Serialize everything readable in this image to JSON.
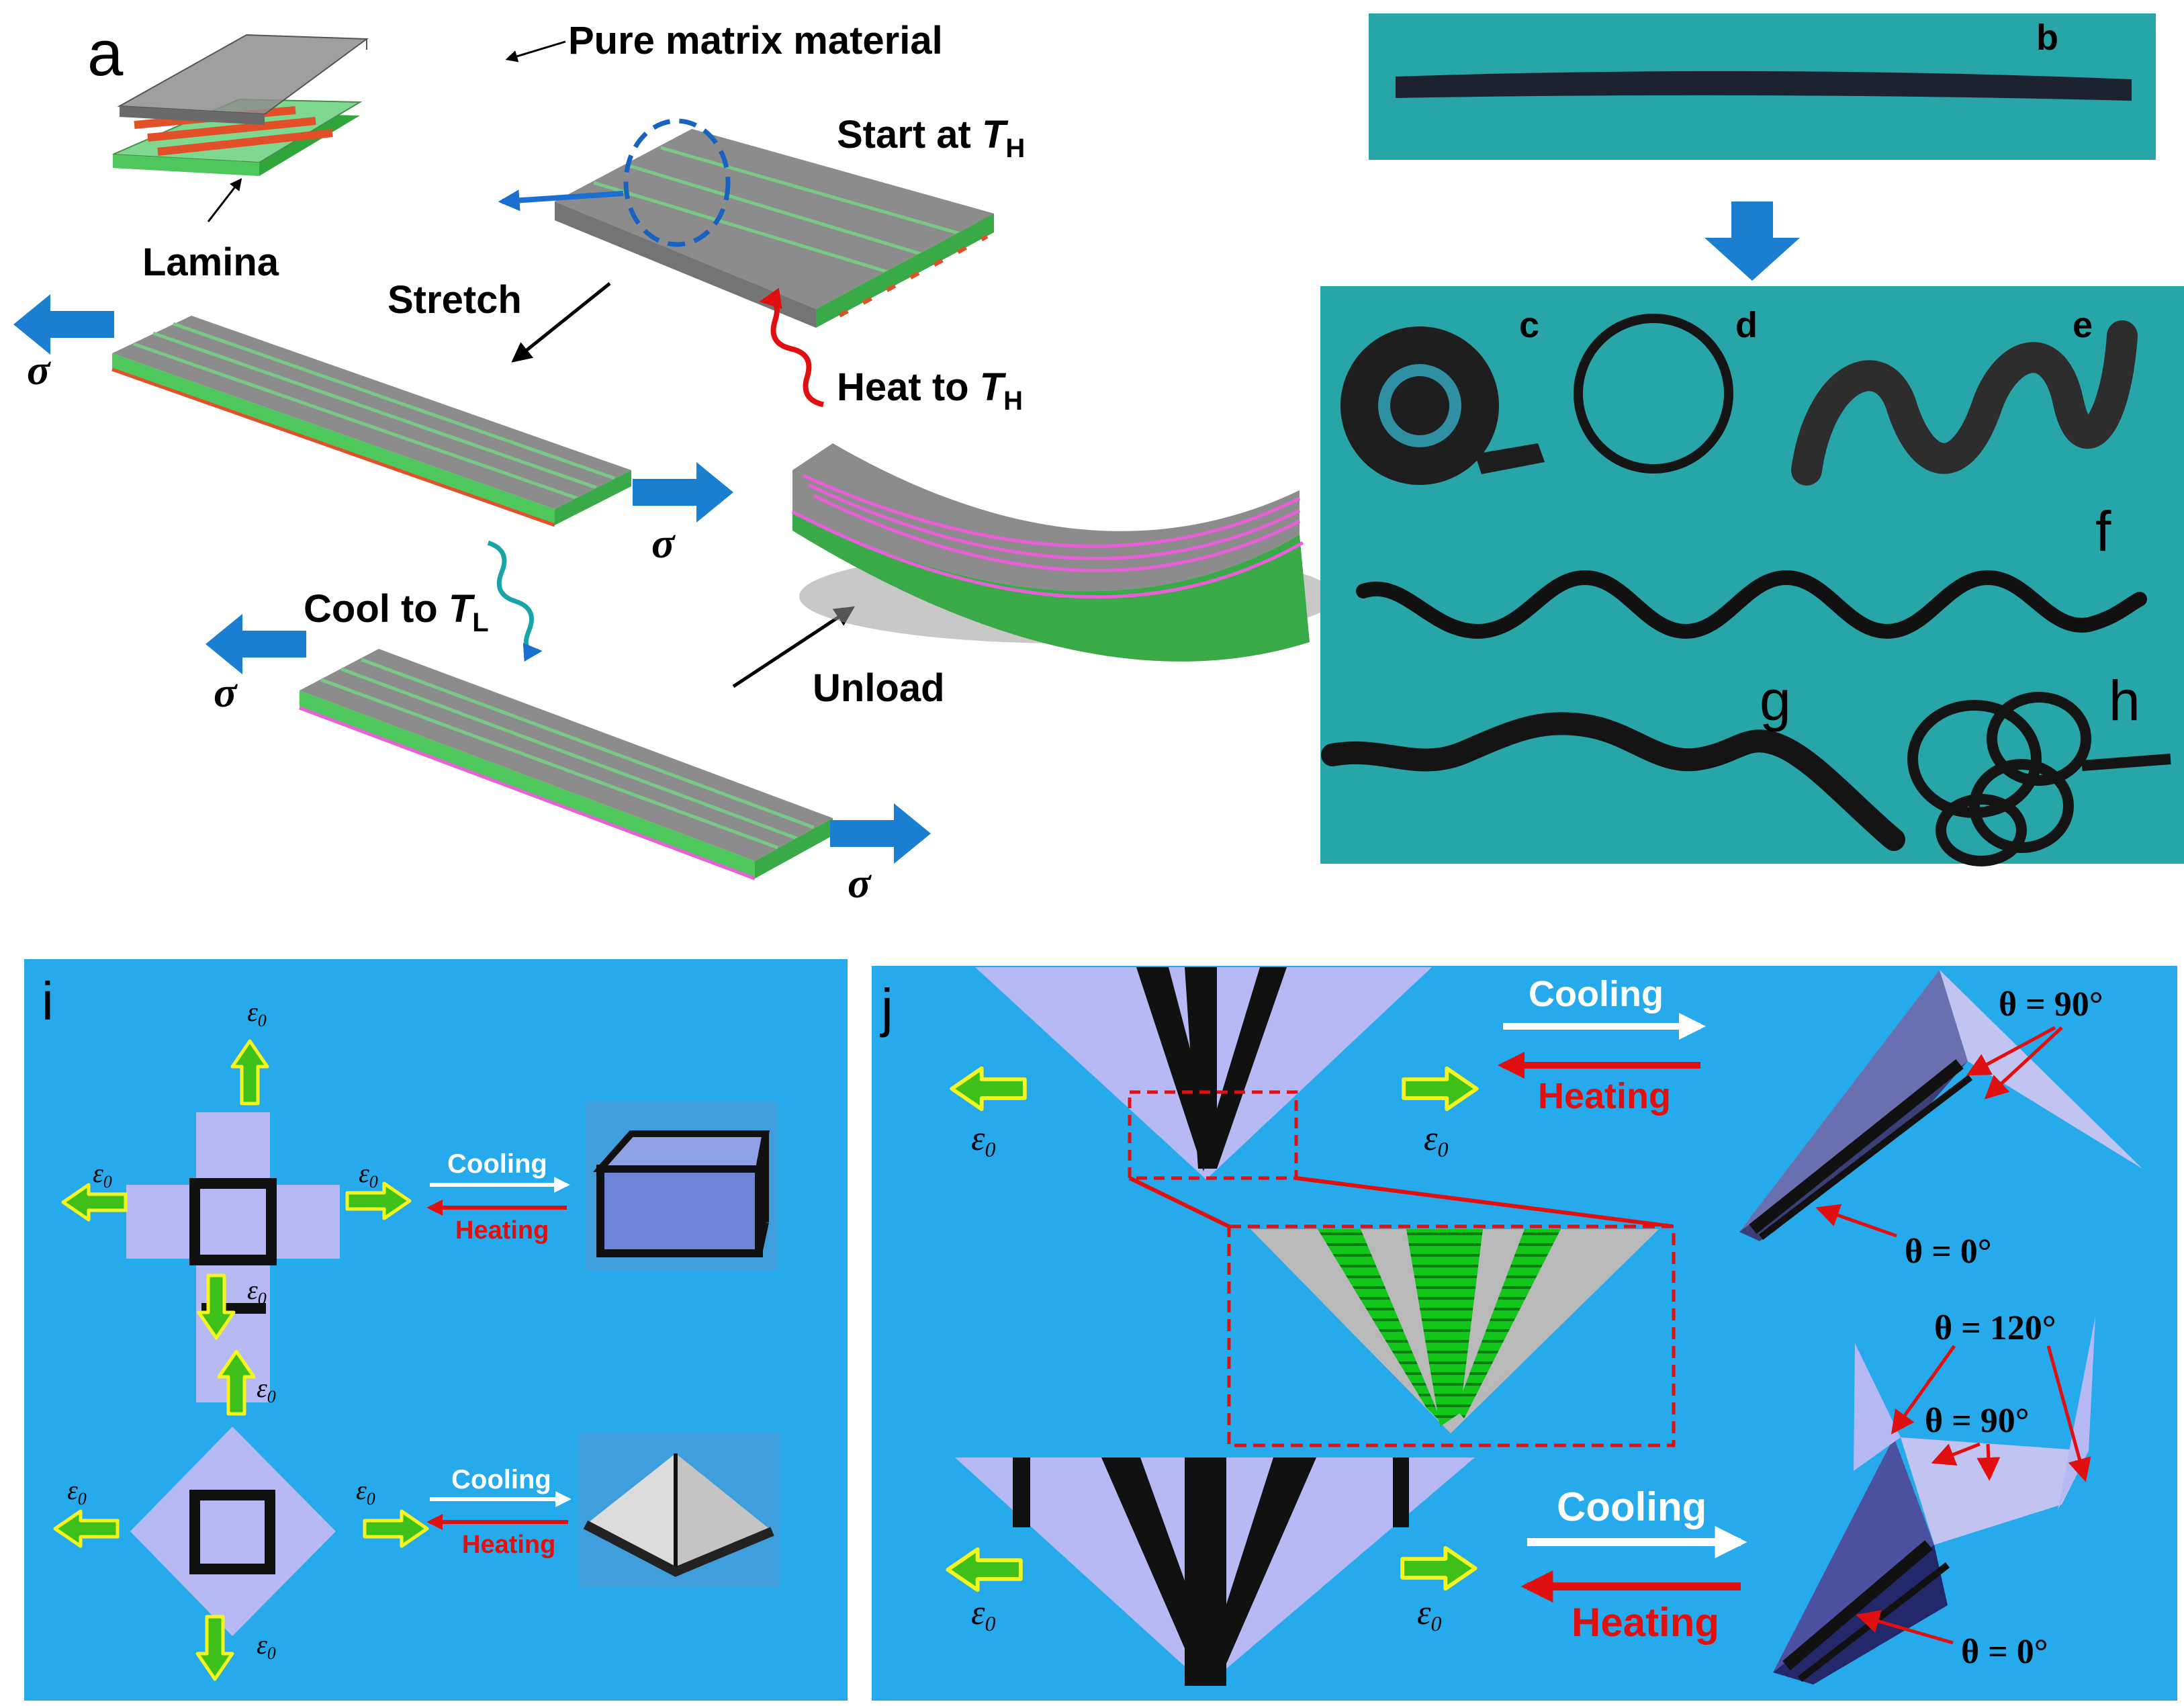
{
  "panel_a": {
    "letter": "a",
    "pure_matrix_label": "Pure matrix material",
    "lamina_label": "Lamina",
    "start_label": "Start at ",
    "stretch_label": "Stretch",
    "heat_label": "Heat to ",
    "cool_label": "Cool to ",
    "unload_label": "Unload",
    "temp_symbol": "T",
    "sub_high": "H",
    "sub_low": "L",
    "stress_symbol": "σ"
  },
  "panel_bh": {
    "letters": {
      "b": "b",
      "c": "c",
      "d": "d",
      "e": "e",
      "f": "f",
      "g": "g",
      "h": "h"
    }
  },
  "panel_i": {
    "letter": "i",
    "cooling": "Cooling",
    "heating": "Heating",
    "strain_symbol": "ε",
    "strain_sub": "0"
  },
  "panel_j": {
    "letter": "j",
    "cooling": "Cooling",
    "heating": "Heating",
    "strain_symbol": "ε",
    "strain_sub": "0",
    "theta_90": "θ = 90°",
    "theta_0": "θ = 0°",
    "theta_120": "θ = 120°"
  },
  "colors": {
    "teal_panel": "#27a5a8",
    "blue_panel": "#27aaec",
    "arrow_blue": "#1a7fd0",
    "green_layer": "#7fd88f",
    "stripe_orange": "#e2502a",
    "stripe_pink": "#e85fd8",
    "heat_red": "#e01010",
    "cool_teal": "#17a5a8",
    "strain_green": "#3fbf1a",
    "strain_yellow": "#f4f520"
  }
}
